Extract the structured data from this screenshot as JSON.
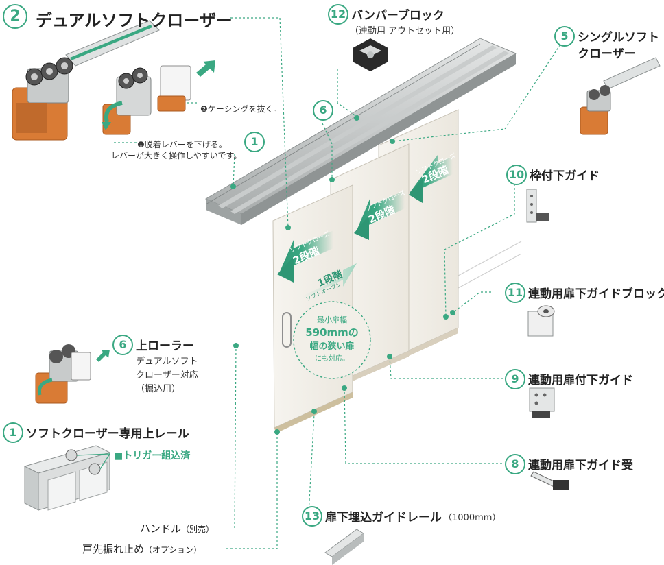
{
  "title": {
    "number": "2",
    "text": "デュアルソフトクローザー"
  },
  "labels": {
    "p12": {
      "number": "12",
      "text": "バンパーブロック",
      "sub": "（連動用 アウトセット用）"
    },
    "p5": {
      "number": "5",
      "line1": "シングルソフト",
      "line2": "クローザー"
    },
    "p6a": {
      "number": "6"
    },
    "p1a": {
      "number": "1"
    },
    "p10": {
      "number": "10",
      "text": "枠付下ガイド"
    },
    "p11": {
      "number": "11",
      "text": "連動用扉下ガイドブロック"
    },
    "p9": {
      "number": "9",
      "text": "連動用扉付下ガイド"
    },
    "p8": {
      "number": "8",
      "text": "連動用扉下ガイド受"
    },
    "p13": {
      "number": "13",
      "text": "扉下埋込ガイドレール",
      "sub": "（1000mm）"
    },
    "p6b": {
      "number": "6",
      "text": "上ローラー",
      "line2": "デュアルソフト",
      "line3": "クローザー対応",
      "line4": "（掘込用）"
    },
    "p1b": {
      "number": "1",
      "text": "ソフトクローザー専用上レール"
    }
  },
  "notes": {
    "casing": "❷ケーシングを抜く。",
    "lever1": "❶脱着レバーを下げる。",
    "lever2": "レバーが大きく操作しやすいです。",
    "trigger": "■トリガー組込済"
  },
  "bottom": {
    "handle": "ハンドル",
    "handle_sub": "（別売）",
    "stopper": "戸先振れ止め",
    "stopper_sub": "（オプション）"
  },
  "door_text": {
    "soft_close": "ソフトクローズ",
    "two_stage": "2段階",
    "one_stage": "1段階",
    "soft_open": "ソフトオープン"
  },
  "circle": {
    "line1": "最小扉幅",
    "line2": "590mmの",
    "line3": "幅の狭い扉",
    "line4": "にも対応。"
  },
  "colors": {
    "accent": "#3aa882",
    "door": "#f2efe8",
    "orange": "#d97b35"
  }
}
